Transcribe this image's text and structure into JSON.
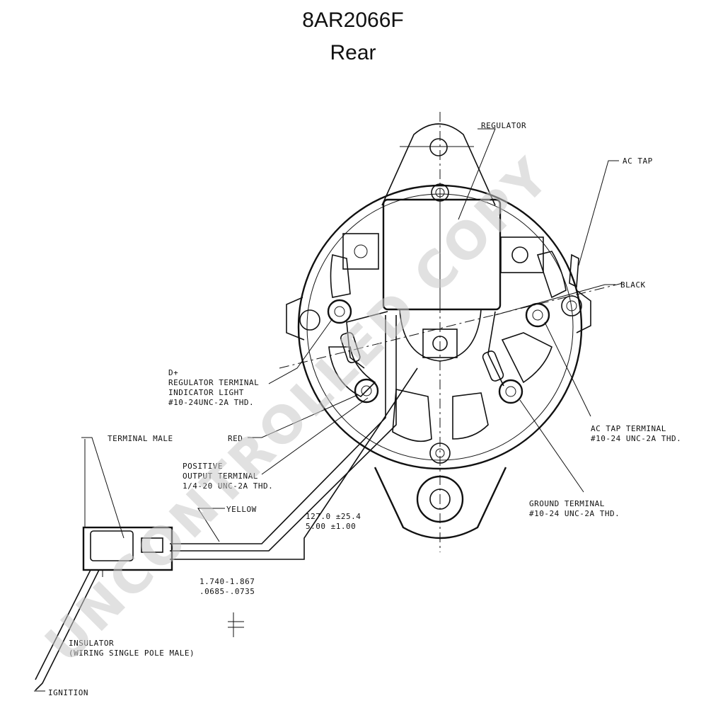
{
  "title": {
    "part_number": "8AR2066F",
    "view": "Rear"
  },
  "watermark": "UNCONTROLLED COPY",
  "labels": {
    "regulator": "REGULATOR",
    "ac_tap": "AC TAP",
    "black": "BLACK",
    "d_plus": "D+",
    "regulator_terminal": "REGULATOR TERMINAL",
    "indicator_light": "INDICATOR LIGHT",
    "regulator_thread": "#10-24UNC-2A THD.",
    "terminal_male": "TERMINAL MALE",
    "red": "RED",
    "positive": "POSITIVE",
    "output_terminal": "OUTPUT TERMINAL",
    "output_thread": "1/4-20 UNC-2A THD.",
    "yellow": "YELLOW",
    "length_mm": "127.0 ±25.4",
    "length_in": "5.00  ±1.00",
    "ac_tap_terminal": "AC TAP TERMINAL",
    "ac_tap_thread": "#10-24 UNC-2A THD.",
    "ground_terminal": "GROUND TERMINAL",
    "ground_thread": "#10-24 UNC-2A THD.",
    "dim_mm": "1.740-1.867",
    "dim_in": ".0685-.0735",
    "insulator": "INSULATOR",
    "insulator_note": "(WIRING SINGLE POLE MALE)",
    "ignition": "IGNITION"
  },
  "colors": {
    "ink": "#111111",
    "watermark": "#c8c8c8"
  }
}
